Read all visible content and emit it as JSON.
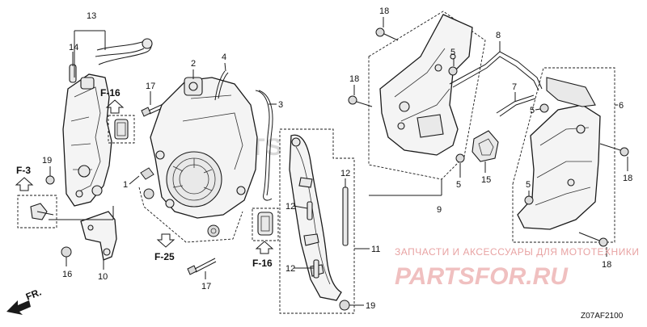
{
  "diagram": {
    "drawing_code": "Z07AF2100",
    "watermark_text": "ЗАПЧАСТИ И АКСЕССУАРЫ ДЛЯ МОТОТЕХНИКИ",
    "watermark_logo": "PARTSFOR.RU",
    "ghost_logo": "PARTS",
    "direction_label": "FR.",
    "refs": {
      "f16_top": "F-16",
      "f16_bottom": "F-16",
      "f25": "F-25",
      "f3": "F-3"
    },
    "callouts": [
      "1",
      "2",
      "3",
      "4",
      "5",
      "6",
      "7",
      "8",
      "9",
      "10",
      "11",
      "12",
      "13",
      "14",
      "15",
      "16",
      "17",
      "18",
      "19"
    ]
  }
}
